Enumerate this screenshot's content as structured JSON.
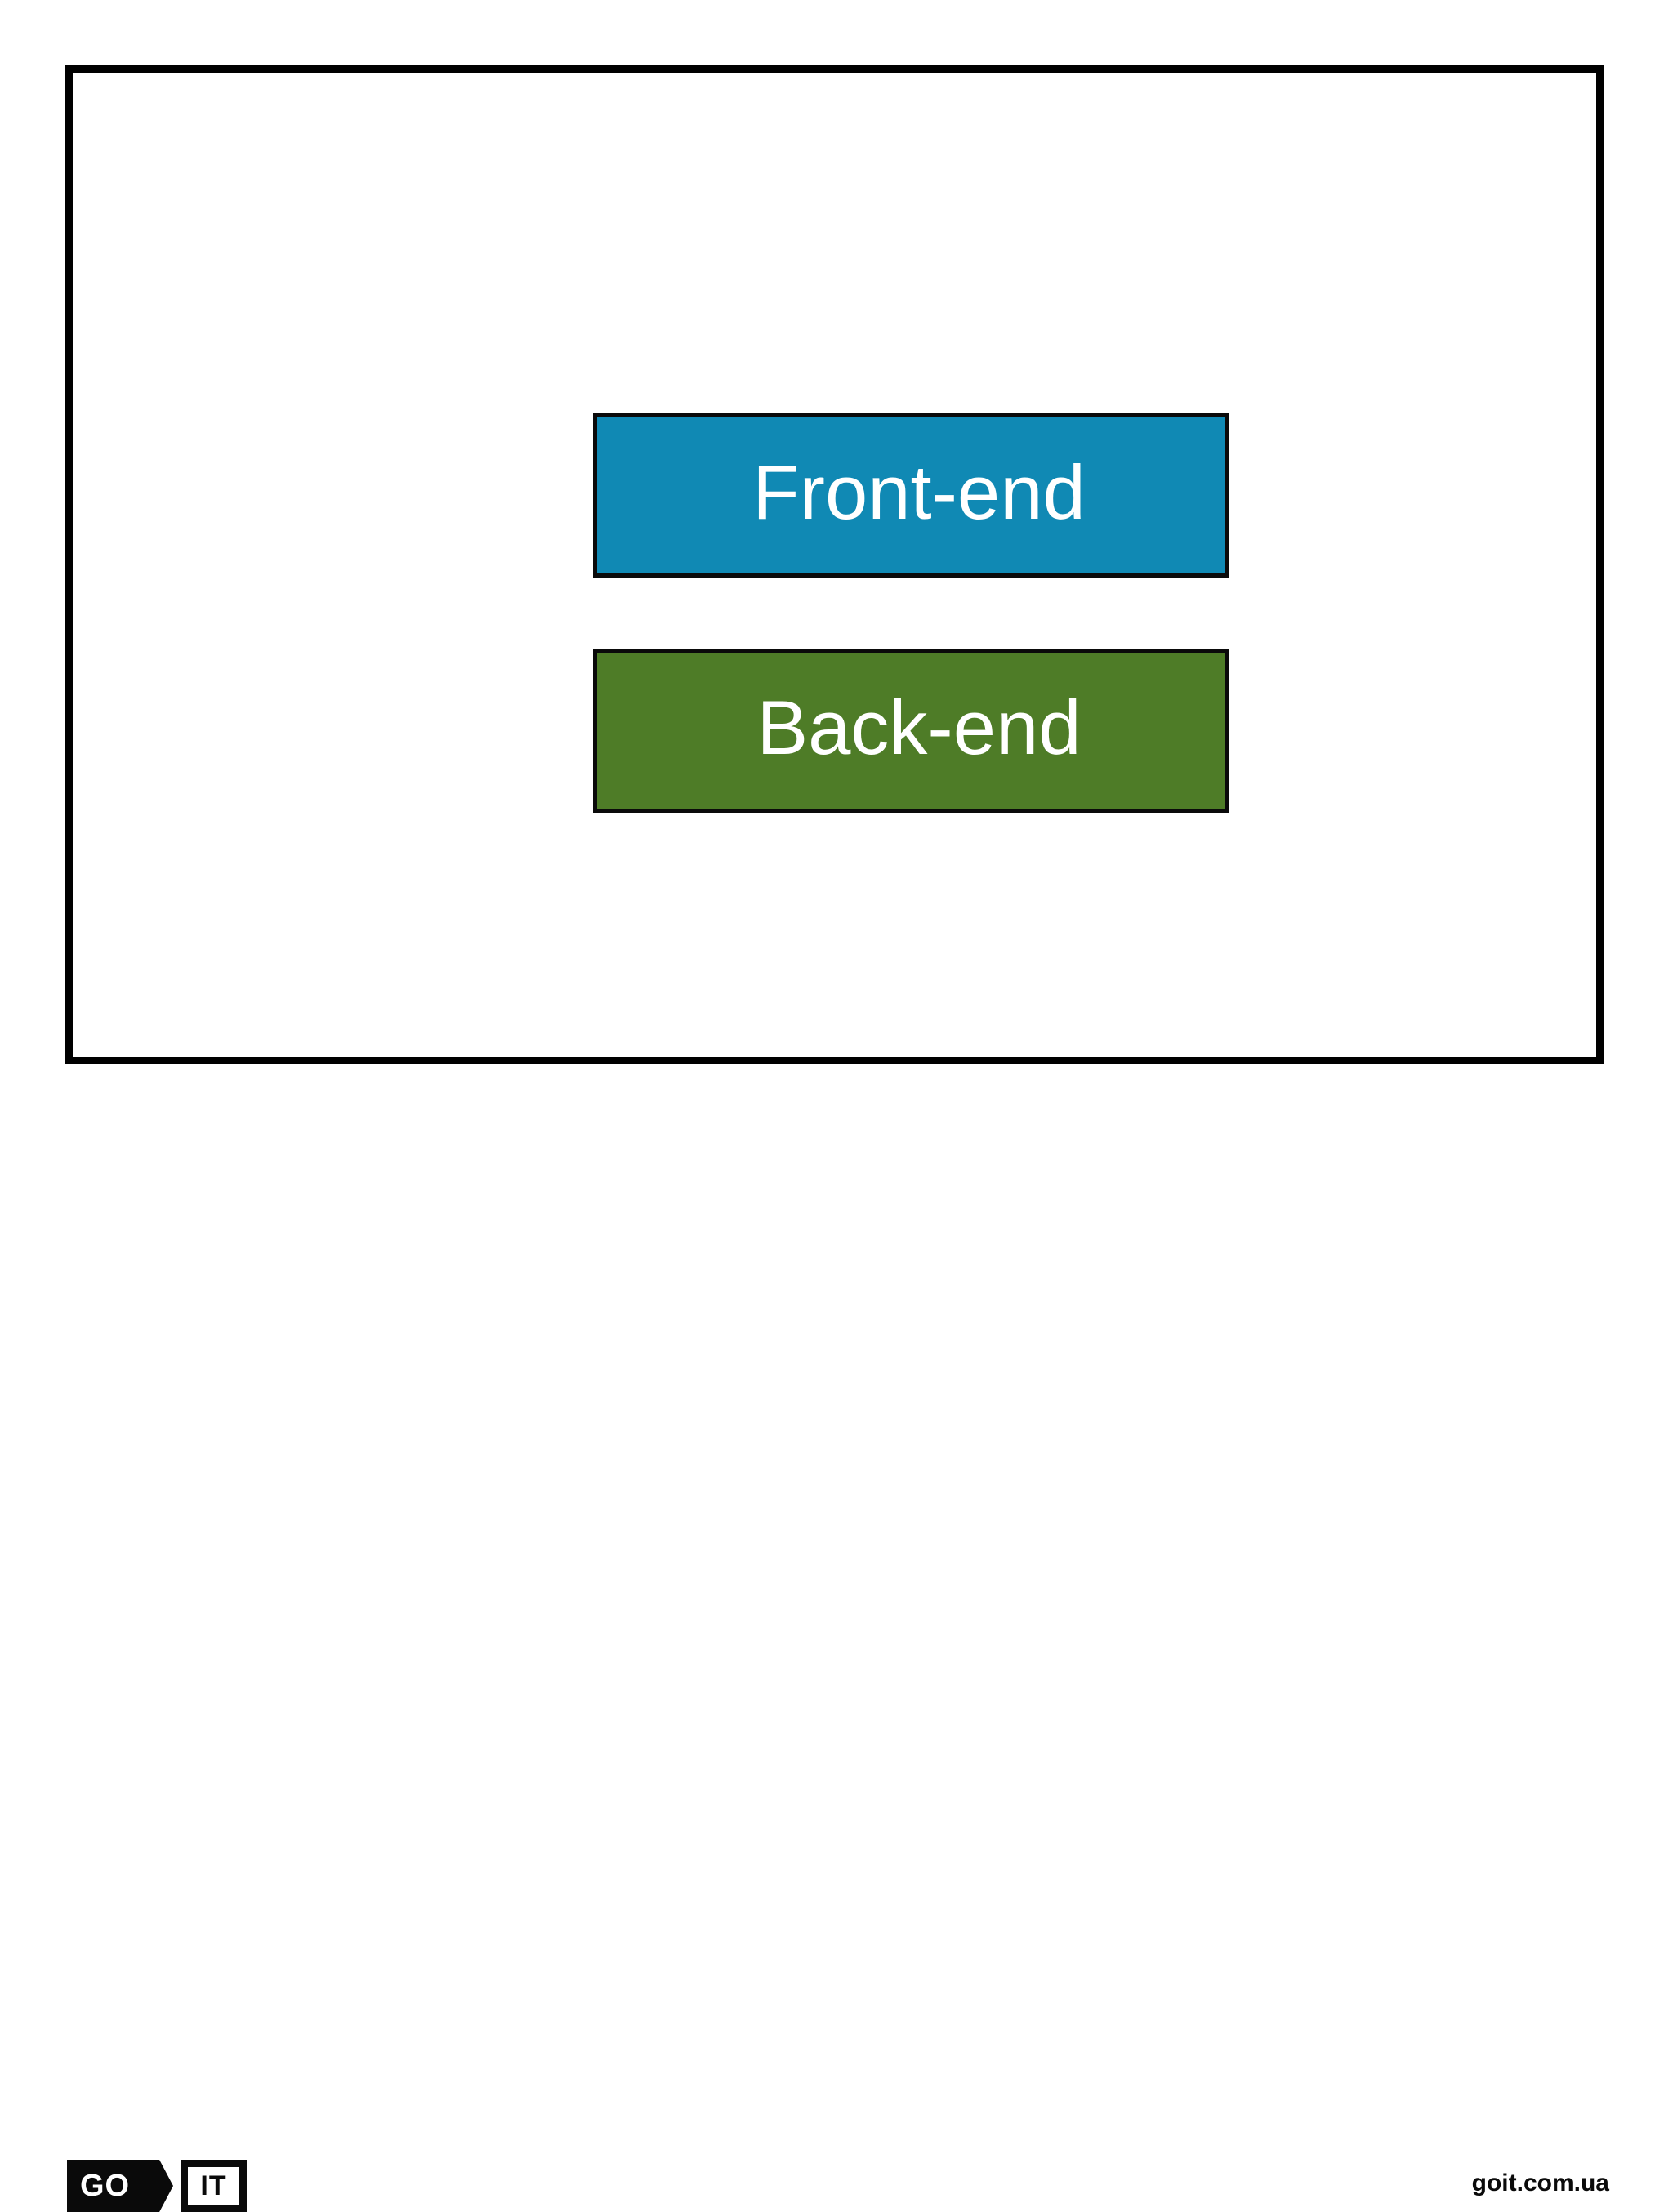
{
  "slide": {
    "background_color": "#ffffff",
    "frame_border_color": "#000000",
    "blocks": [
      {
        "id": "frontend",
        "label": "Front-end",
        "fill_color": "#1089b4",
        "border_color": "#0a0a0a",
        "text_color": "#ffffff"
      },
      {
        "id": "backend",
        "label": "Back-end",
        "fill_color": "#4e7c27",
        "border_color": "#0a0a0a",
        "text_color": "#ffffff"
      }
    ]
  },
  "footer": {
    "logo": {
      "go_text": "GO",
      "it_text": "IT",
      "color": "#0a0a0a"
    },
    "url": "goit.com.ua"
  }
}
